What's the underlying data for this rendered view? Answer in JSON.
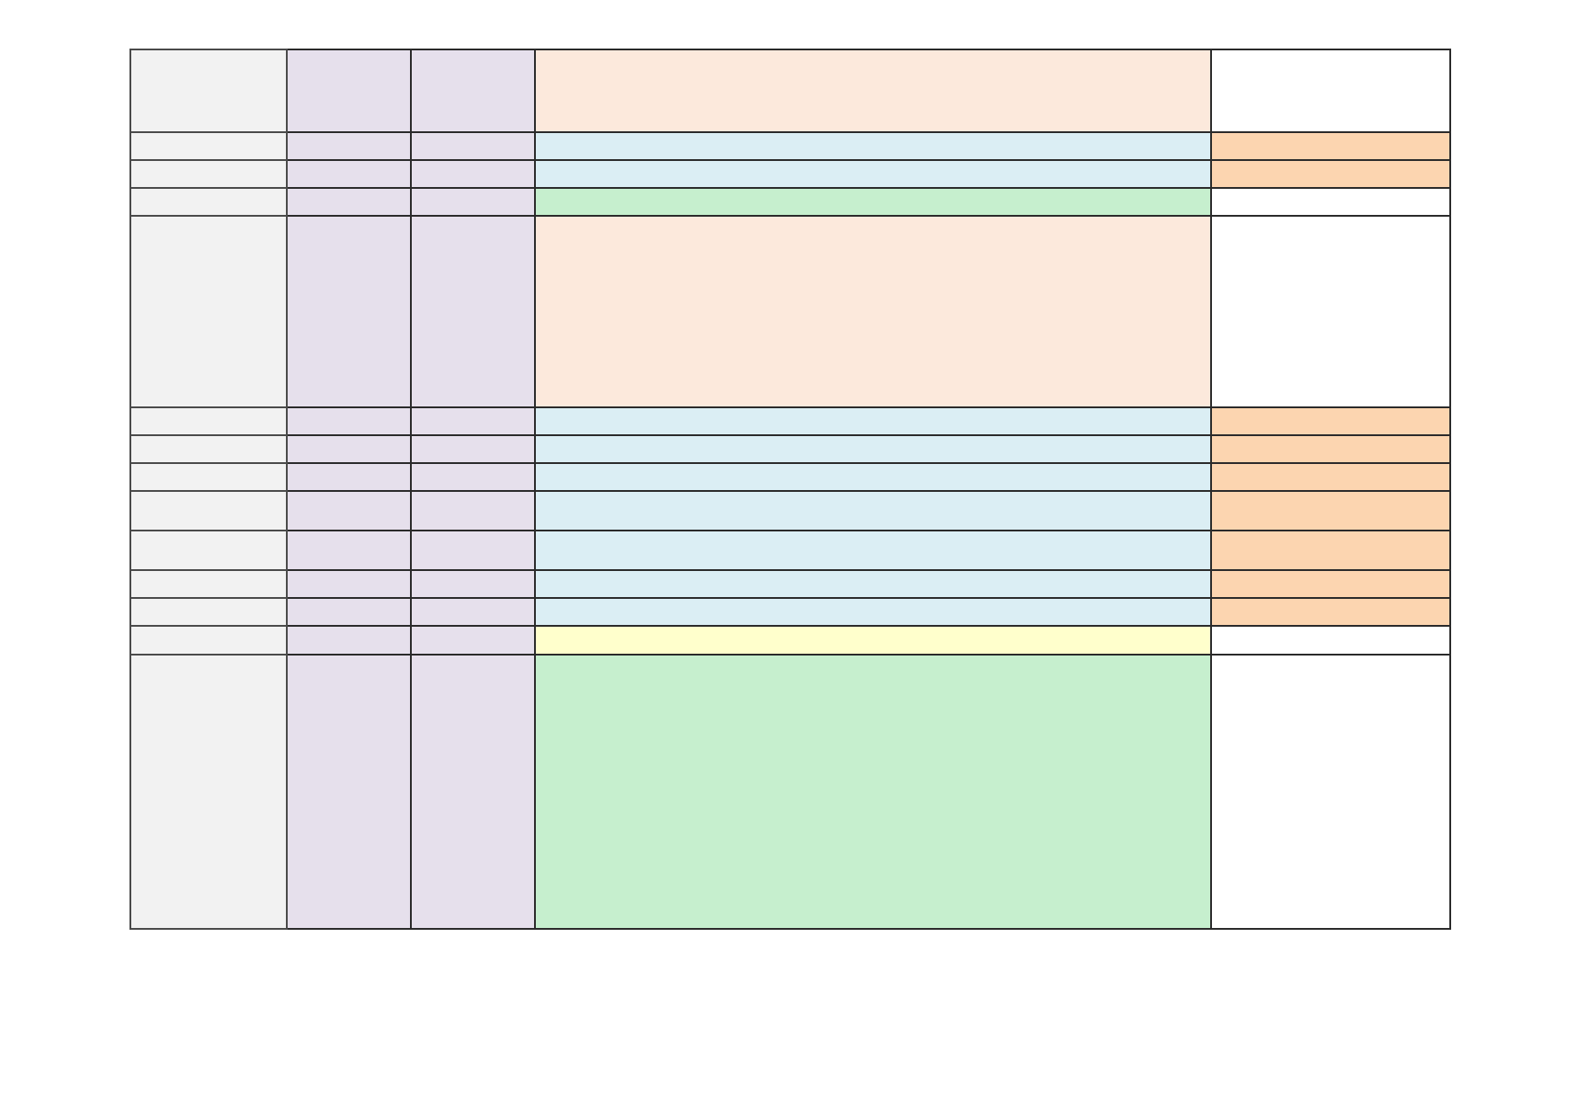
{
  "document": {
    "title": "",
    "column_headers": [
      "",
      "",
      "",
      "",
      ""
    ],
    "rows": [
      {
        "key": "r1",
        "cells": [
          "",
          "",
          "",
          "",
          ""
        ],
        "desc_fill": "#fce9dc",
        "side_fill": "#ffffff"
      },
      {
        "key": "r2",
        "cells": [
          "",
          "",
          "",
          "",
          ""
        ],
        "desc_fill": "#dbeef4",
        "side_fill": "#fcd5b0"
      },
      {
        "key": "r3",
        "cells": [
          "",
          "",
          "",
          "",
          ""
        ],
        "desc_fill": "#dbeef4",
        "side_fill": "#fcd5b0"
      },
      {
        "key": "r4",
        "cells": [
          "",
          "",
          "",
          "",
          ""
        ],
        "desc_fill": "#c6efce",
        "side_fill": "#ffffff"
      },
      {
        "key": "r5",
        "cells": [
          "",
          "",
          "",
          "",
          ""
        ],
        "desc_fill": "#fce9dc",
        "side_fill": "#ffffff"
      },
      {
        "key": "r6",
        "cells": [
          "",
          "",
          "",
          "",
          ""
        ],
        "desc_fill": "#dbeef4",
        "side_fill": "#fcd5b0"
      },
      {
        "key": "r7",
        "cells": [
          "",
          "",
          "",
          "",
          ""
        ],
        "desc_fill": "#dbeef4",
        "side_fill": "#fcd5b0"
      },
      {
        "key": "r8",
        "cells": [
          "",
          "",
          "",
          "",
          ""
        ],
        "desc_fill": "#dbeef4",
        "side_fill": "#fcd5b0"
      },
      {
        "key": "r9",
        "cells": [
          "",
          "",
          "",
          "",
          ""
        ],
        "desc_fill": "#dbeef4",
        "side_fill": "#fcd5b0"
      },
      {
        "key": "r10",
        "cells": [
          "",
          "",
          "",
          "",
          ""
        ],
        "desc_fill": "#dbeef4",
        "side_fill": "#fcd5b0"
      },
      {
        "key": "r11",
        "cells": [
          "",
          "",
          "",
          "",
          ""
        ],
        "desc_fill": "#dbeef4",
        "side_fill": "#fcd5b0"
      },
      {
        "key": "r12",
        "cells": [
          "",
          "",
          "",
          "",
          ""
        ],
        "desc_fill": "#dbeef4",
        "side_fill": "#fcd5b0"
      },
      {
        "key": "r13",
        "cells": [
          "",
          "",
          "",
          "",
          ""
        ],
        "desc_fill": "#ffffcc",
        "side_fill": "#ffffff"
      },
      {
        "key": "r14",
        "cells": [
          "",
          "",
          "",
          "",
          ""
        ],
        "desc_fill": "#c6efce",
        "side_fill": "#ffffff"
      }
    ]
  }
}
